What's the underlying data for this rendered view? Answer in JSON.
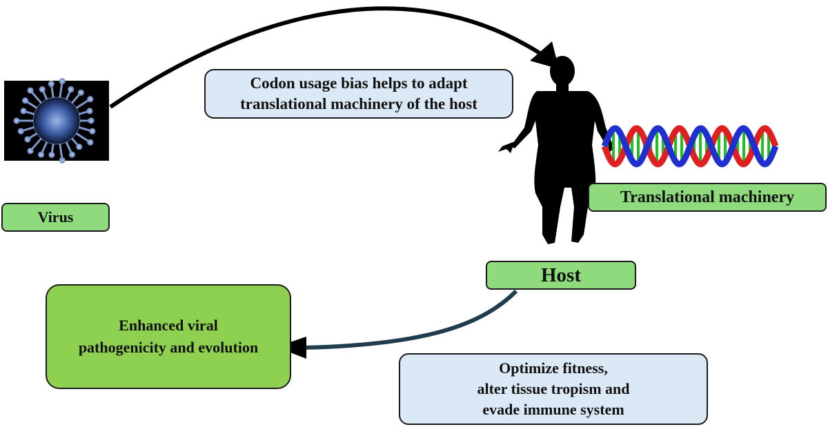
{
  "labels": {
    "virus": "Virus",
    "host": "Host",
    "translational_machinery": "Translational machinery",
    "codon_bias": "Codon usage bias helps to adapt\ntranslational machinery of the host",
    "enhanced": "Enhanced viral\npathogenicity and evolution",
    "optimize": "Optimize fitness,\nalter tissue tropism and\nevade immune system"
  },
  "colors": {
    "label_green": "#8fda7d",
    "outcome_green": "#8ed04f",
    "note_blue": "#dbe8f5",
    "dna_red": "#e02020",
    "dna_blue": "#2030d0",
    "dna_rung": "#20c020",
    "arrow_curve_lower": "#1f3d4d"
  },
  "icons": [
    "virus-image",
    "human-silhouette-icon",
    "dna-helix-icon"
  ]
}
